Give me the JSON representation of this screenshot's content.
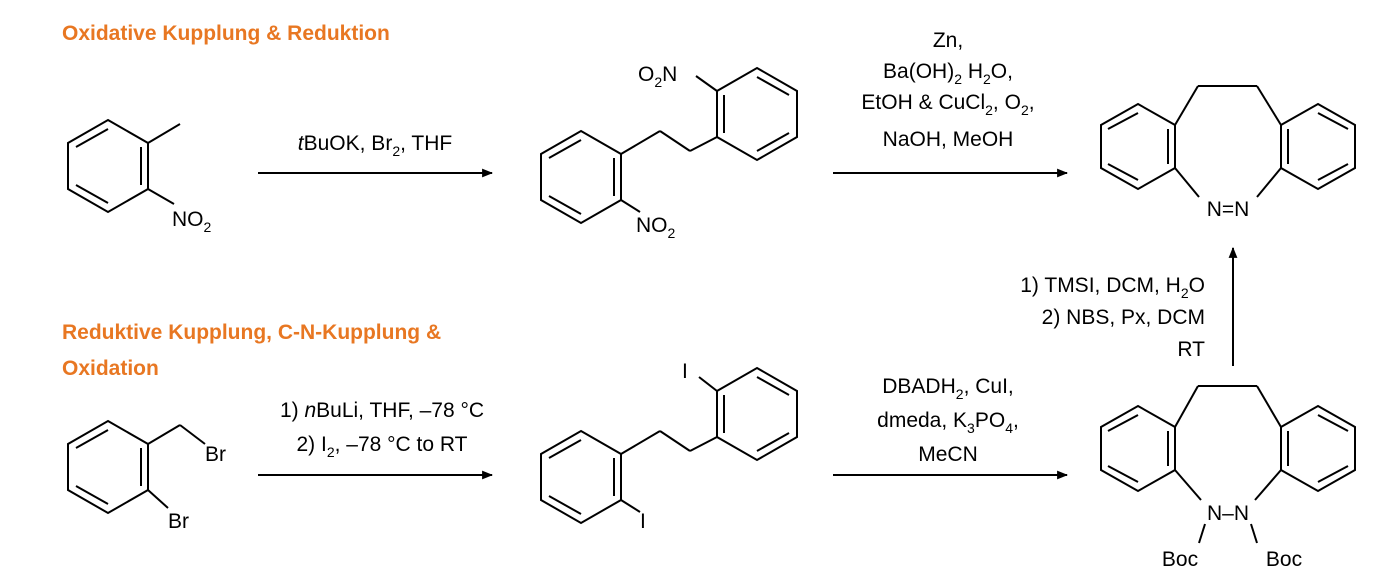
{
  "colors": {
    "heading": "#E87722",
    "ink": "#000000",
    "background": "#FFFFFF"
  },
  "headings": {
    "top": "Oxidative Kupplung & Reduktion",
    "bottom_line1": "Reduktive Kupplung, C-N-Kupplung &",
    "bottom_line2": "Oxidation"
  },
  "molecules": {
    "nitrotoluene": {
      "substituent": "NO2"
    },
    "dinitro_bibenzyl": {
      "substituent_top": "O2N",
      "substituent_bottom": "NO2"
    },
    "azobenzene": {
      "bridge": "N=N"
    },
    "bromobenzyl_bromide": {
      "benzylic": "Br",
      "ring": "Br"
    },
    "diiodo_bibenzyl": {
      "substituent_top": "I",
      "substituent_bottom": "I"
    },
    "boc_hydrazine": {
      "bridge": "N–N",
      "protecting_group": "Boc"
    }
  },
  "conditions": {
    "step1": {
      "prefix": "t",
      "rest": "BuOK, Br",
      "sub": "2",
      "suffix": ", THF"
    },
    "step2": {
      "line1": "Zn,",
      "line2": "Ba(OH)2 H2O,",
      "line3": "EtOH & CuCl2, O2,",
      "line4": "NaOH, MeOH"
    },
    "step3": {
      "line1_prefix": "1) ",
      "line1_italic": "n",
      "line1_rest": "BuLi, THF, –78 °C",
      "line2_start": "2) I",
      "line2_sub": "2",
      "line2_rest": ", –78 °C to RT"
    },
    "step4": {
      "line1": "DBADH2, CuI,",
      "line2": "dmeda, K3PO4,",
      "line3": "MeCN"
    },
    "step5": {
      "line1": "1) TMSI, DCM, H2O",
      "line2": "2) NBS, Px, DCM",
      "line3": "RT"
    }
  }
}
